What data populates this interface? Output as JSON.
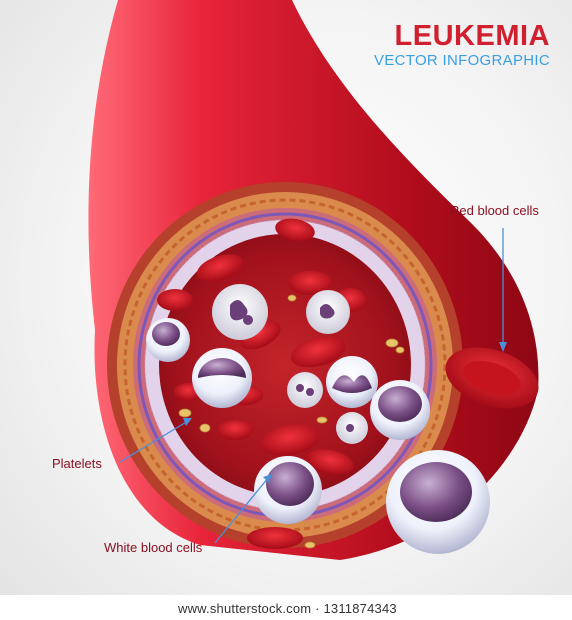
{
  "header": {
    "title": "LEUKEMIA",
    "subtitle": "VECTOR INFOGRAPHIC"
  },
  "labels": {
    "red_blood_cells": "Red blood cells",
    "platelets": "Platelets",
    "white_blood_cells": "White blood cells"
  },
  "footer": {
    "stock_text": "www.shutterstock.com · 1311874343"
  },
  "colors": {
    "title": "#d01f2e",
    "subtitle": "#3a9fe0",
    "label_text": "#8b1020",
    "pointer_line": "#4a90d9",
    "vessel": "#b8101c"
  }
}
